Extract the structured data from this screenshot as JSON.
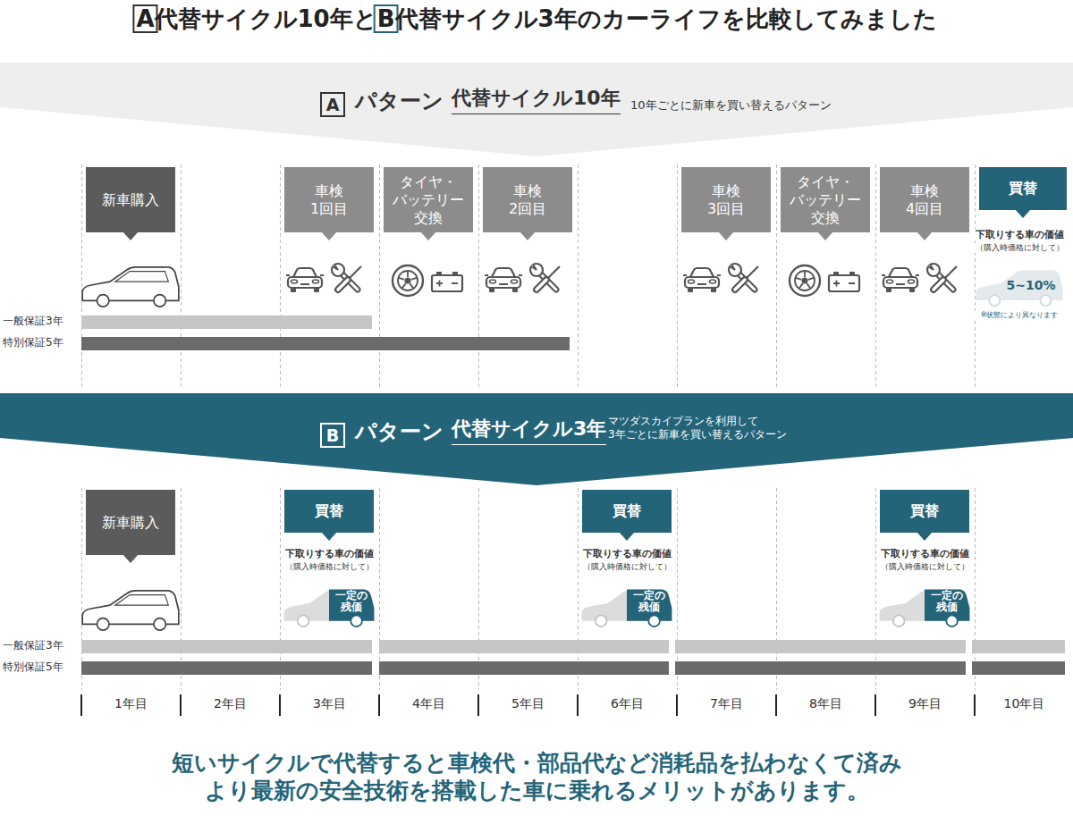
{
  "diagram": {
    "title": "A代替サイクル10年とB代替サイクル3年のカーライフを比較してみました",
    "caption": "短いサイクルで代替すると車検代・部品代など消耗品を払わなくて済み より最新の安全技術を搭載した車に乗れるメリットがあります。",
    "nodes": [
      {
        "text": [
          "パターン",
          "代替サイクル10年",
          "10年ごとに新車を買い替えるパターン"
        ]
      },
      {
        "text": [
          "A"
        ],
        "in": 0
      },
      {
        "text": [
          "新車購入"
        ]
      },
      {
        "text": [
          "車検 1回目"
        ]
      },
      {
        "text": [
          "タイヤ・ バッテリー 交換"
        ]
      },
      {
        "text": [
          "車検 2回目"
        ]
      },
      {
        "text": [
          "車検 3回目"
        ]
      },
      {
        "text": [
          "タイヤ・ バッテリー 交換"
        ]
      },
      {
        "text": [
          "車検 4回目"
        ]
      },
      {
        "text": [
          "買替"
        ]
      },
      {
        "text": [
          "パターン",
          "代替サイクル3年",
          "マツダスカイプランを利用して 3年ごとに新車を買い替えるパターン"
        ]
      },
      {
        "text": [
          "B"
        ],
        "in": 10
      },
      {
        "text": [
          "新車購入"
        ]
      },
      {
        "text": [
          "買替"
        ]
      },
      {
        "text": [
          "買替"
        ]
      },
      {
        "text": [
          "買替"
        ]
      }
    ],
    "labels": [
      "下取りする車の価値",
      "（購入時価格に対して）",
      "5~10%",
      "※状態により異なります",
      "一般保証3年",
      "特別保証5年",
      "下取りする車の価値",
      "（購入時価格に対して）",
      "一定の 残価",
      "下取りする車の価値",
      "（購入時価格に対して）",
      "一定の 残価",
      "下取りする車の価値",
      "（購入時価格に対して）",
      "一定の 残価",
      "一般保証3年",
      "特別保証5年",
      "1年目",
      "2年目",
      "3年目",
      "4年目",
      "5年目",
      "6年目",
      "7年目",
      "8年目",
      "9年目",
      "10年目"
    ]
  }
}
